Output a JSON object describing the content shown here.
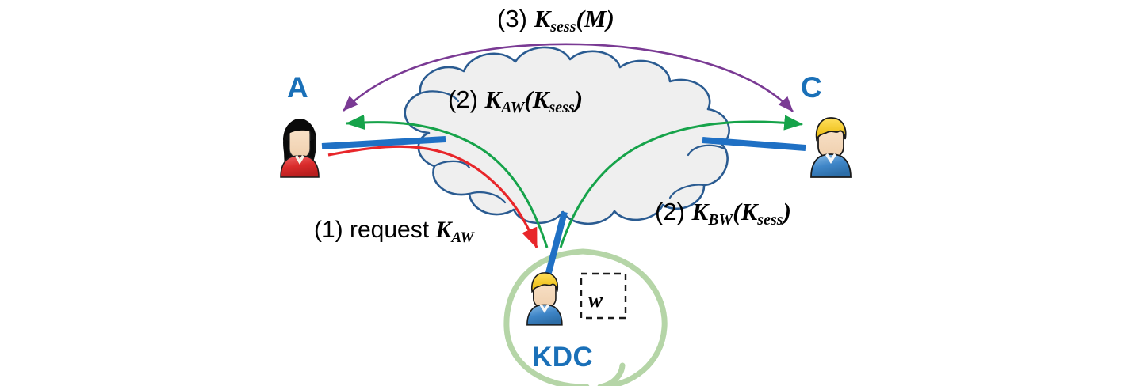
{
  "diagram": {
    "title_absent": true,
    "colors": {
      "node_label": "#1a70b8",
      "cloud_fill": "#efefef",
      "cloud_stroke": "#2a5b91",
      "link_blue": "#1f70c4",
      "arrow_green": "#16a34a",
      "arrow_red": "#e8262a",
      "arrow_purple": "#7a3a94",
      "kdc_circle": "#b5d5a7",
      "dashed_box": "#1a1a1a"
    },
    "nodes": [
      {
        "id": "a",
        "label": "A",
        "role": "client-alice"
      },
      {
        "id": "c",
        "label": "C",
        "role": "client-charlie"
      },
      {
        "id": "kdc",
        "label": "KDC",
        "role": "key-distribution-center"
      }
    ],
    "kdc_key_box": {
      "label": "w"
    },
    "messages": [
      {
        "id": "step1",
        "prefix": "(1) request ",
        "key": "K",
        "key_sub": "AW",
        "full": "(1) request K_AW",
        "color": "#e8262a",
        "from": "a",
        "to": "kdc"
      },
      {
        "id": "step2-aw",
        "prefix": "(2) ",
        "key": "K",
        "key_sub": "AW",
        "arg_key": "K",
        "arg_sub": "sess",
        "full": "(2) K_AW(K_sess)",
        "color": "#16a34a",
        "from": "kdc",
        "to": "a"
      },
      {
        "id": "step2-bw",
        "prefix": "(2) ",
        "key": "K",
        "key_sub": "BW",
        "arg_key": "K",
        "arg_sub": "sess",
        "full": "(2) K_BW(K_sess)",
        "color": "#16a34a",
        "from": "kdc",
        "to": "c"
      },
      {
        "id": "step3",
        "prefix": "(3) ",
        "key": "K",
        "key_sub": "sess",
        "arg_key": "M",
        "full": "(3) K_sess(M)",
        "color": "#7a3a94",
        "from": "a",
        "to": "c",
        "bidirectional": true
      }
    ]
  }
}
